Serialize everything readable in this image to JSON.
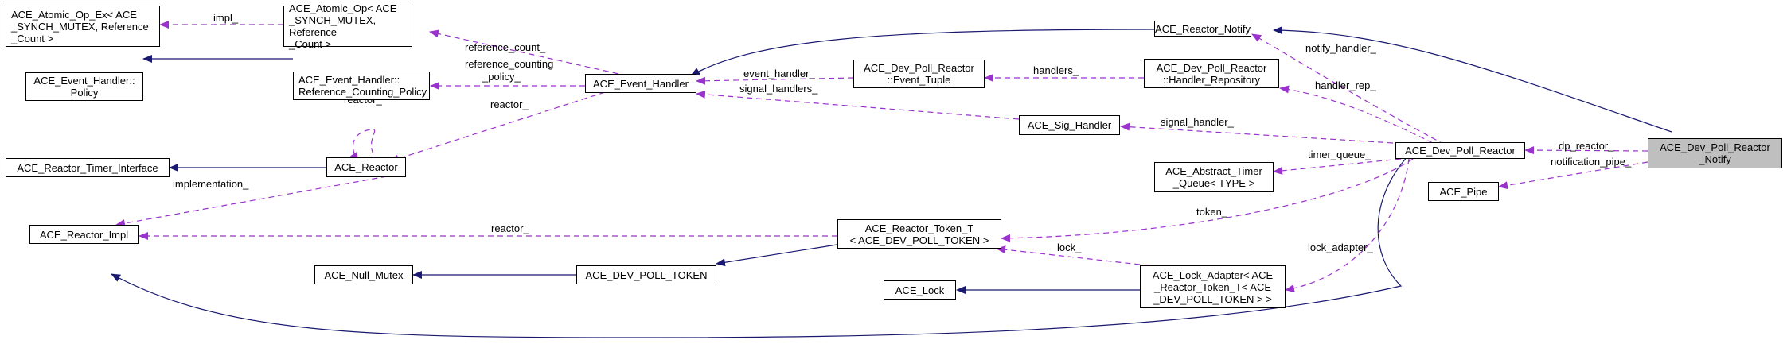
{
  "nodes": {
    "atomic_op_ex": "ACE_Atomic_Op_Ex< ACE\n_SYNCH_MUTEX, Reference\n_Count >",
    "atomic_op": "ACE_Atomic_Op< ACE\n_SYNCH_MUTEX, Reference\n_Count >",
    "reactor_notify": "ACE_Reactor_Notify",
    "event_handler_policy": "ACE_Event_Handler::\nPolicy",
    "ref_counting_policy": "ACE_Event_Handler::\nReference_Counting_Policy",
    "event_handler": "ACE_Event_Handler",
    "event_tuple": "ACE_Dev_Poll_Reactor\n::Event_Tuple",
    "handler_repository": "ACE_Dev_Poll_Reactor\n::Handler_Repository",
    "sig_handler": "ACE_Sig_Handler",
    "reactor_timer_interface": "ACE_Reactor_Timer_Interface",
    "reactor": "ACE_Reactor",
    "dev_poll_reactor": "ACE_Dev_Poll_Reactor",
    "dev_poll_reactor_notify": "ACE_Dev_Poll_Reactor\n_Notify",
    "abstract_timer_queue": "ACE_Abstract_Timer\n_Queue< TYPE >",
    "pipe": "ACE_Pipe",
    "reactor_impl": "ACE_Reactor_Impl",
    "reactor_token_t": "ACE_Reactor_Token_T\n< ACE_DEV_POLL_TOKEN >",
    "null_mutex": "ACE_Null_Mutex",
    "dev_poll_token": "ACE_DEV_POLL_TOKEN",
    "lock": "ACE_Lock",
    "lock_adapter": "ACE_Lock_Adapter< ACE\n_Reactor_Token_T< ACE\n_DEV_POLL_TOKEN > >"
  },
  "edge_labels": {
    "impl": "impl_",
    "reference_count": "reference_count_",
    "reference_counting_policy": "reference_counting\n_policy_",
    "event_handler": "event_handler_",
    "handlers": "handlers_",
    "notify_handler": "notify_handler_",
    "handler_rep": "handler_rep_",
    "signal_handlers": "signal_handlers_",
    "signal_handler": "signal_handler_",
    "reactor_self": "reactor_",
    "reactor_eh": "reactor_",
    "dp_reactor": "dp_reactor_",
    "notification_pipe": "notification_pipe_",
    "timer_queue": "timer_queue_",
    "implementation": "implementation_",
    "reactor_impl": "reactor_",
    "token": "token_",
    "lock": "lock_",
    "lock_adapter": "lock_adapter_"
  },
  "colors": {
    "inheritance": "#191970",
    "usage": "#9a32cd",
    "focus_fill": "#bfbfbf"
  }
}
